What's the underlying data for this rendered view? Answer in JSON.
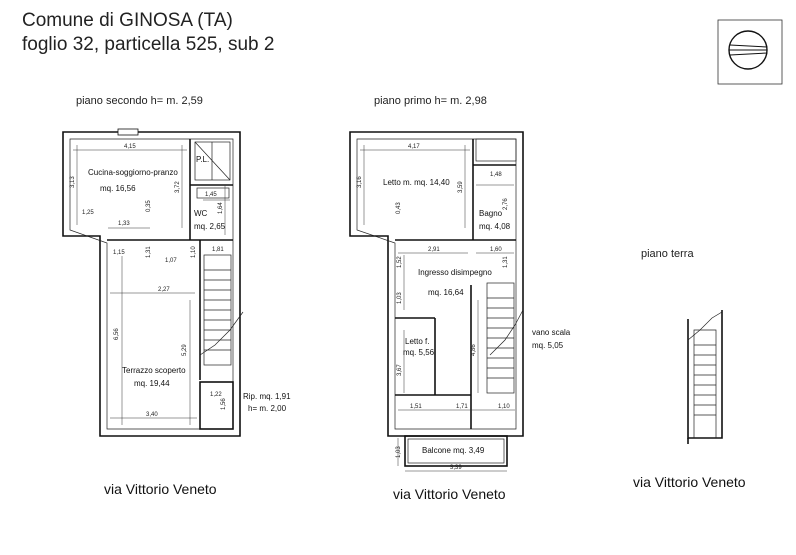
{
  "header": {
    "line1": "Comune di GINOSA (TA)",
    "line2": "foglio 32, particella 525, sub 2"
  },
  "compass": {
    "icon": "north-arrow-icon"
  },
  "floors": {
    "second": {
      "title": "piano secondo h= m. 2,59",
      "street": "via Vittorio Veneto",
      "rooms": {
        "kitchen_name": "Cucina-soggiorno-pranzo",
        "kitchen_area": "mq. 16,56",
        "pl": "P.L.",
        "wc_name": "WC",
        "wc_area": "mq. 2,65",
        "terrace_name": "Terrazzo scoperto",
        "terrace_area": "mq. 19,44",
        "rip_area": "Rip. mq. 1,91",
        "rip_height": "h= m. 2,00"
      },
      "dims": {
        "d415": "4,15",
        "d313": "3,13",
        "d372": "3,72",
        "d125": "1,25",
        "d133": "1,33",
        "d035": "0,35",
        "d145": "1,45",
        "d164": "1,64",
        "d131": "1,31",
        "d107": "1,07",
        "d110": "1,10",
        "d181": "1,81",
        "d115": "1,15",
        "d227": "2,27",
        "d656": "6,56",
        "d529": "5,29",
        "d122": "1,22",
        "d156": "1,56",
        "d340": "3,40"
      }
    },
    "first": {
      "title": "piano primo h= m. 2,98",
      "street": "via Vittorio Veneto",
      "rooms": {
        "bed1_name": "Letto m. mq. 14,40",
        "bath_name": "Bagno",
        "bath_area": "mq. 4,08",
        "hall_name": "Ingresso disimpegno",
        "hall_area": "mq. 16,64",
        "bed2_name": "Letto f.",
        "bed2_area": "mq. 5,56",
        "stair_name": "vano scala",
        "stair_area": "mq. 5,05",
        "balcony": "Balcone mq. 3,49"
      },
      "dims": {
        "d417": "4,17",
        "d316": "3,16",
        "d359": "3,59",
        "d043": "0,43",
        "d148": "1,48",
        "d276": "2,76",
        "d291": "2,91",
        "d160": "1,60",
        "d152": "1,52",
        "d131": "1,31",
        "d103": "1,03",
        "d486": "4,86",
        "d367": "3,67",
        "d151": "1,51",
        "d171": "1,71",
        "d110": "1,10",
        "d103b": "1,03",
        "d339": "3,39"
      }
    },
    "ground": {
      "title": "piano terra",
      "street": "via Vittorio Veneto"
    }
  }
}
